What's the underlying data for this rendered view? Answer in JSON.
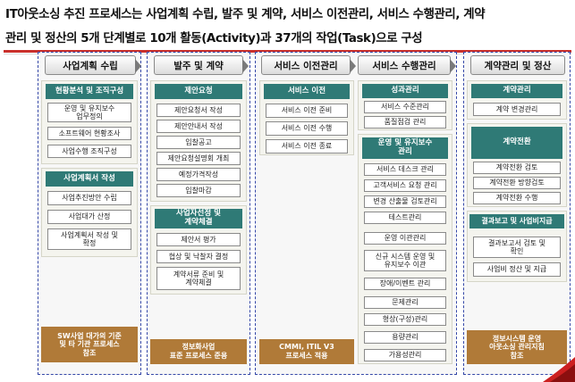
{
  "title": {
    "line1": "IT아웃소싱 추진 프로세스는 사업계획 수립, 발주 및 계약, 서비스 이전관리, 서비스 수행관리, 계약",
    "line2": "관리 및 정산의 5개 단계별로 10개 활동(Activity)과 37개의 작업(Task)으로 구성"
  },
  "phases": [
    {
      "label": "사업계획 수립",
      "groups": [
        {
          "head": "현황분석 및 조직구성",
          "items": [
            "운영 및 유지보수\n업무정의",
            "소프트웨어 현황조사",
            "사업수행 조직구성"
          ]
        },
        {
          "head": "사업계획서 작성",
          "items": [
            "사업추진방안 수립",
            "사업대가 산정",
            "사업계획서 작성 및\n확정"
          ]
        }
      ],
      "footer": "SW사업 대가의 기준\n및 타 기관 프로세스\n참조"
    },
    {
      "label": "발주 및 계약",
      "groups": [
        {
          "head": "제안요청",
          "items": [
            "제안요청서 작성",
            "제안안내서 작성",
            "입찰공고",
            "제안요청설명회 개최",
            "예정가격작성",
            "입찰마감"
          ]
        },
        {
          "head": "사업자선정 및\n계약체결",
          "items": [
            "제안서 평가",
            "협상 및 낙찰자 결정",
            "계약서류 준비 및\n계약체결"
          ]
        }
      ],
      "footer": "정보화사업\n표준 프로세스 준용"
    },
    {
      "label": "서비스 이전관리",
      "groups": [
        {
          "head": "서비스 이전",
          "items": [
            "서비스 이전 준비",
            "서비스 이전 수행",
            "서비스 이전 종료"
          ]
        }
      ],
      "footer": "CMMI, ITIL V3\n프로세스 적용"
    },
    {
      "label": "서비스 수행관리",
      "groups": [
        {
          "head": "성과관리",
          "items": [
            "서비스 수준관리",
            "품질점검 관리"
          ]
        },
        {
          "head": "운영 및 유지보수\n관리",
          "items": [
            "서비스 데스크 관리",
            "고객서비스 요청 관리",
            "변경 산출물 검토관리",
            "테스트관리",
            "운영 이관관리",
            "신규 시스템 운영 및\n유지보수 이관",
            "장애/이벤트 관리",
            "문제관리",
            "형상(구성)관리",
            "용량관리",
            "가용성관리"
          ]
        }
      ],
      "footer": ""
    },
    {
      "label": "계약관리 및 정산",
      "groups": [
        {
          "head": "계약관리",
          "items": [
            "계약 변경관리"
          ]
        },
        {
          "head": "계약전환",
          "items": [
            "계약전환 검토",
            "계약전환 방향검토",
            "계약전환 수행"
          ]
        },
        {
          "head": "결과보고 및 사업비지급",
          "items": [
            "결과보고서 검토 및\n확인",
            "사업비 정산 및 지급"
          ]
        }
      ],
      "footer": "정보시스템 운영\n아웃소싱 관리지침\n참조"
    }
  ],
  "colors": {
    "group_header": "#2f7a76",
    "footer": "#b07a38",
    "border_dashed": "#3548a8",
    "rule": "#c9302c"
  }
}
